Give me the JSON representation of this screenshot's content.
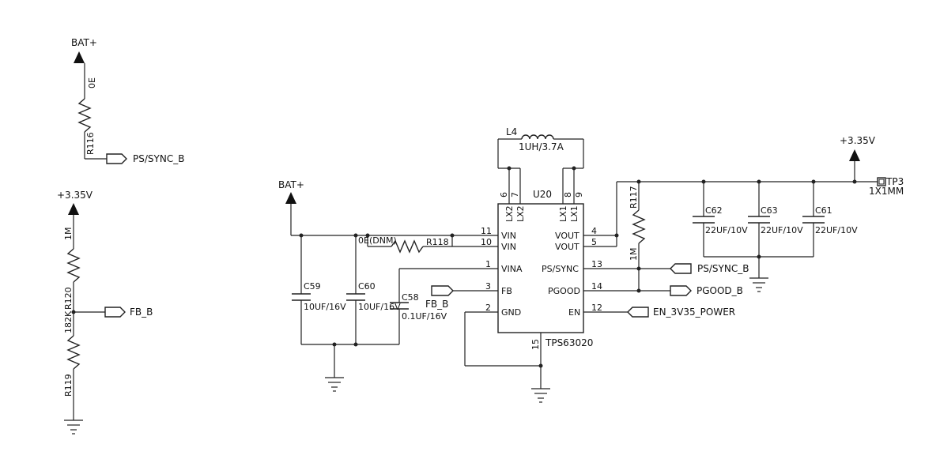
{
  "ground_symbol_description": "",
  "left_circuit": {
    "bat_plus": "BAT+",
    "r116": {
      "ref": "R116",
      "value": "0E"
    },
    "ps_sync_net": "PS/SYNC_B",
    "rail_335": "+3.35V",
    "r120": {
      "ref": "R120",
      "value": "1M"
    },
    "r119": {
      "ref": "R119",
      "value": "182K"
    },
    "fb_net": "FB_B"
  },
  "main_circuit": {
    "bat_plus": "BAT+",
    "rail_335": "+3.35V",
    "inductor": {
      "ref": "L4",
      "value": "1UH/3.7A"
    },
    "ic": {
      "ref": "U20",
      "part": "TPS63020",
      "top_pins": [
        {
          "num": "6",
          "name": "LX2"
        },
        {
          "num": "7",
          "name": "LX2"
        },
        {
          "num": "8",
          "name": "LX1"
        },
        {
          "num": "9",
          "name": "LX1"
        }
      ],
      "left_pins": [
        {
          "num": "11",
          "name": "VIN"
        },
        {
          "num": "10",
          "name": "VIN"
        },
        {
          "num": "1",
          "name": "VINA"
        },
        {
          "num": "3",
          "name": "FB"
        },
        {
          "num": "2",
          "name": "GND"
        }
      ],
      "right_pins": [
        {
          "num": "4",
          "name": "VOUT"
        },
        {
          "num": "5",
          "name": "VOUT"
        },
        {
          "num": "13",
          "name": "PS/SYNC"
        },
        {
          "num": "14",
          "name": "PGOOD"
        },
        {
          "num": "12",
          "name": "EN"
        }
      ],
      "bottom_pin": {
        "num": "15"
      }
    },
    "r118": {
      "ref": "R118",
      "value": "0E(DNM)"
    },
    "r117": {
      "ref": "R117",
      "value": "1M"
    },
    "c59": {
      "ref": "C59",
      "value": "10UF/16V"
    },
    "c60": {
      "ref": "C60",
      "value": "10UF/16V"
    },
    "c58": {
      "ref": "C58",
      "value": "0.1UF/16V"
    },
    "c62": {
      "ref": "C62",
      "value": "22UF/10V"
    },
    "c63": {
      "ref": "C63",
      "value": "22UF/10V"
    },
    "c61": {
      "ref": "C61",
      "value": "22UF/10V"
    },
    "tp3": {
      "ref": "TP3",
      "value": "1X1MM"
    },
    "nets": {
      "fb": "FB_B",
      "ps_sync": "PS/SYNC_B",
      "pgood": "PGOOD_B",
      "en": "EN_3V35_POWER"
    }
  }
}
